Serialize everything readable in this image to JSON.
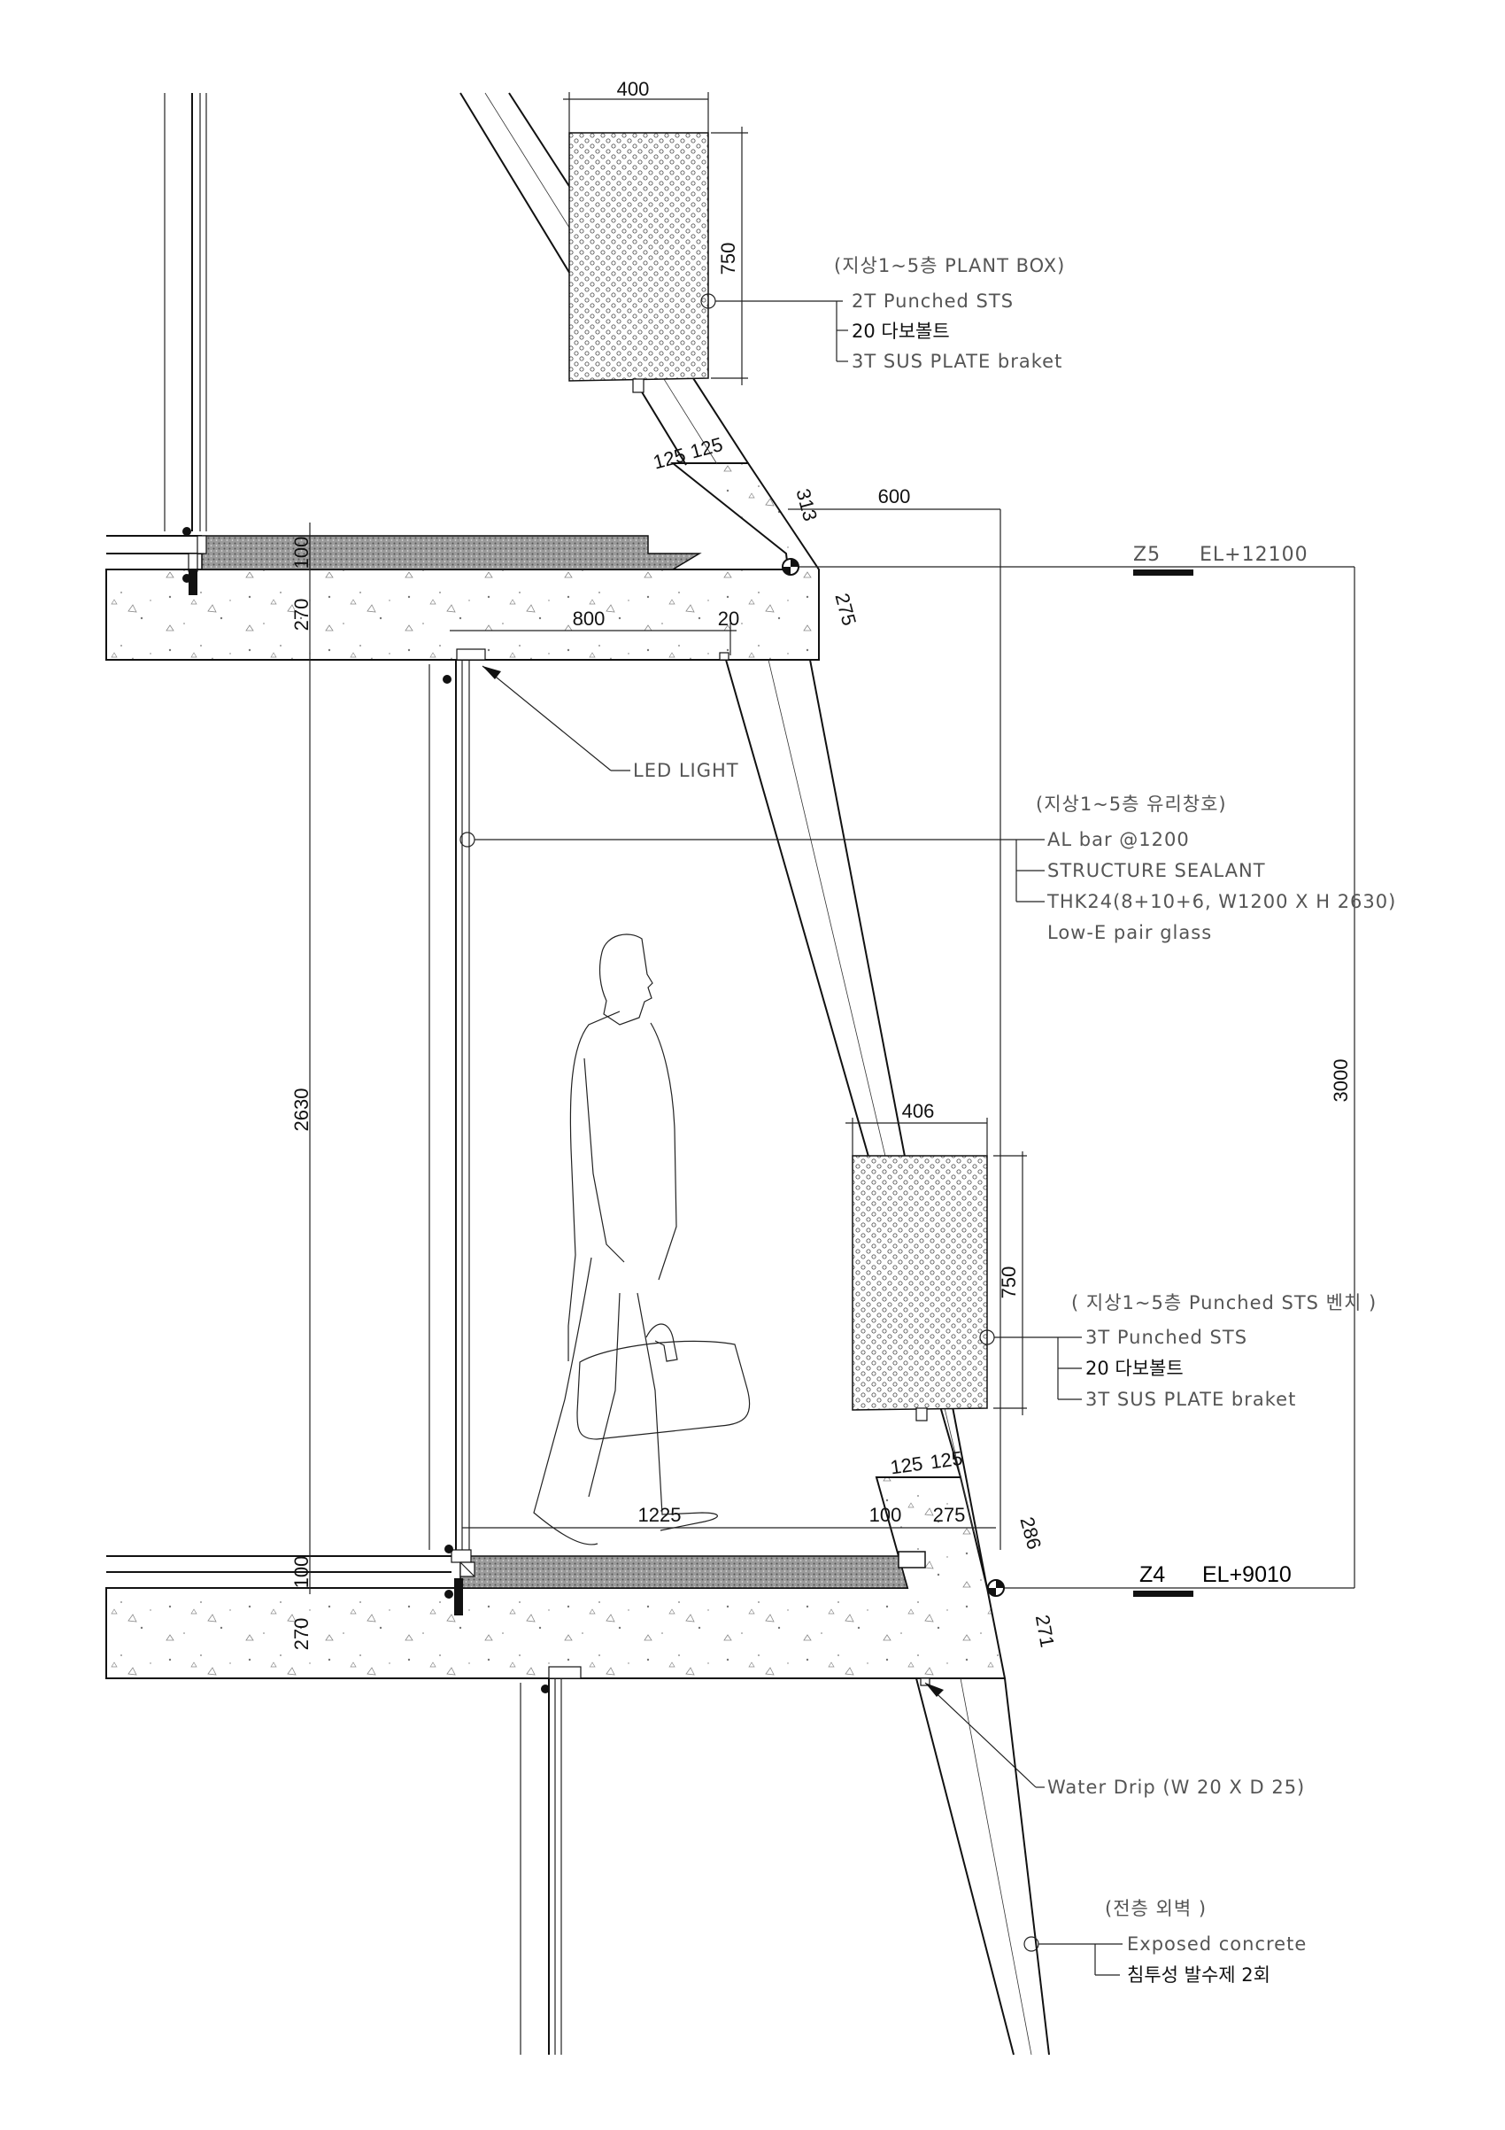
{
  "dimensions": {
    "top_box_width": "400",
    "top_box_height": "750",
    "top_wall_a": "125",
    "top_wall_b": "125",
    "top_edge": "313",
    "top_offset": "600",
    "top_slab_edge": "275",
    "top_screed": "100",
    "top_slab": "270",
    "led_span": "800",
    "led_gap": "20",
    "glass_height": "2630",
    "floor_height": "3000",
    "bench_width": "406",
    "bench_height": "750",
    "bot_wall_a": "125",
    "bot_wall_b": "125",
    "bot_span": "1225",
    "bot_gap": "100",
    "bot_offset": "275",
    "bot_edge": "286",
    "bot_slab_edge": "271",
    "bot_screed": "100",
    "bot_slab": "270"
  },
  "levels": {
    "upper_name": "Z5",
    "upper_el": "EL+12100",
    "lower_name": "Z4",
    "lower_el": "EL+9010"
  },
  "notes": {
    "plant_box": {
      "title": "(지상1~5층 PLANT BOX)",
      "items": [
        "2T Punched STS",
        "20 다보볼트",
        "3T SUS PLATE braket"
      ]
    },
    "led": "LED LIGHT",
    "glazing": {
      "title": "(지상1~5층 유리창호)",
      "items": [
        "AL bar @1200",
        "STRUCTURE SEALANT",
        "THK24(8+10+6, W1200 X H 2630)",
        "Low-E pair glass"
      ]
    },
    "bench": {
      "title": "( 지상1~5층 Punched STS 벤치 )",
      "items": [
        "3T Punched STS",
        "20 다보볼트",
        "3T SUS PLATE braket"
      ]
    },
    "water_drip": "Water Drip (W 20 X D 25)",
    "wall": {
      "title": "(전층 외벽 )",
      "items": [
        "Exposed concrete",
        "침투성 발수제 2회"
      ]
    }
  }
}
